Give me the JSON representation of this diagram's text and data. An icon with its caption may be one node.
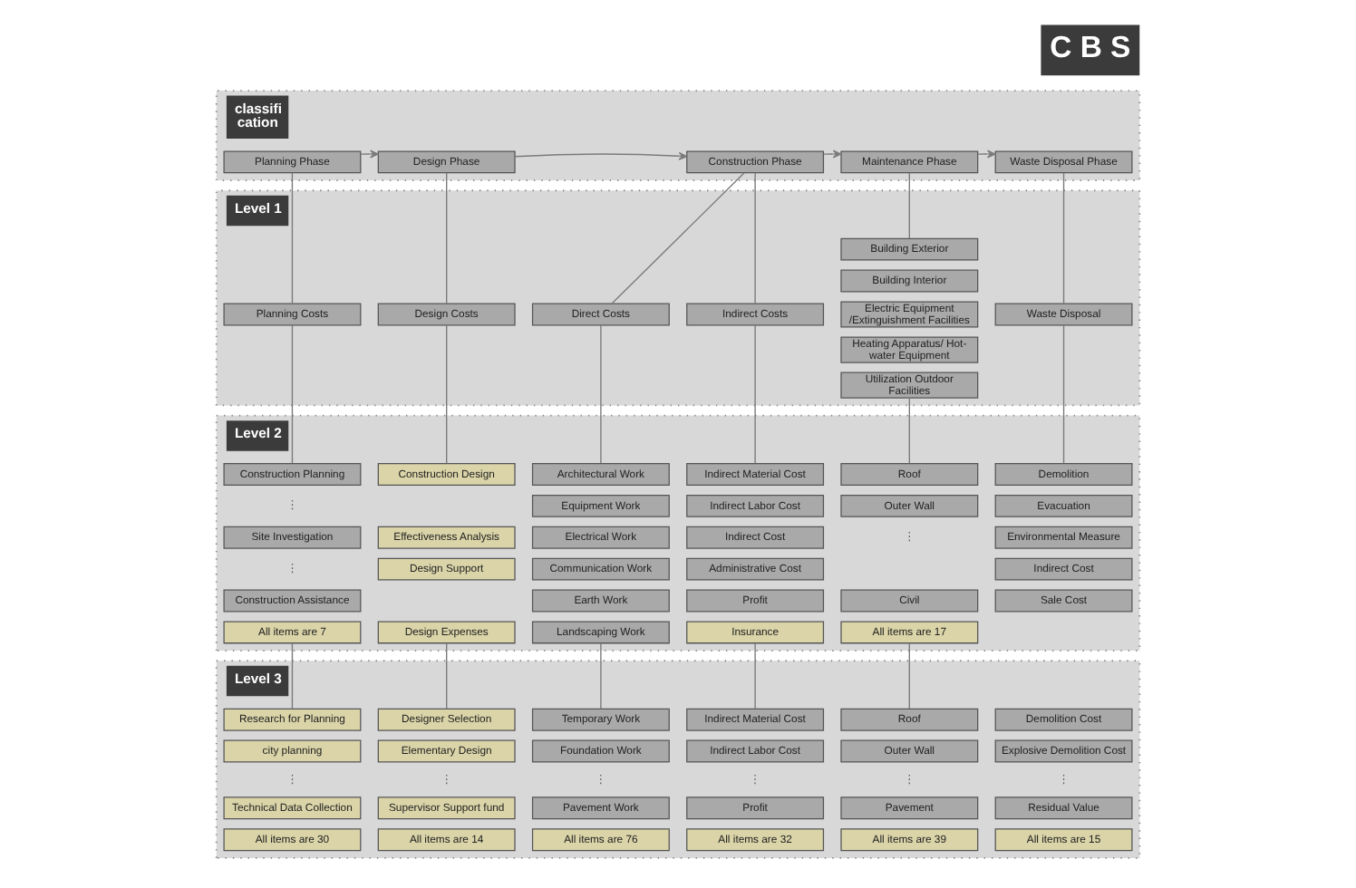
{
  "diagram": {
    "title": "C B S",
    "nodes": [
      {
        "text": [
          "classifi cation"
        ]
      },
      {
        "text": [
          "Planning Phase"
        ],
        "in": 0
      },
      {
        "text": [
          "Design Phase"
        ],
        "in": 0
      },
      {
        "text": [
          "Construction Phase"
        ],
        "in": 0
      },
      {
        "text": [
          "Maintenance Phase"
        ],
        "in": 0
      },
      {
        "text": [
          "Waste Disposal Phase"
        ],
        "in": 0
      },
      {
        "text": [
          "Level 1"
        ]
      },
      {
        "text": [
          "Planning Costs"
        ],
        "in": 6
      },
      {
        "text": [
          "Design Costs"
        ],
        "in": 6
      },
      {
        "text": [
          "Direct Costs"
        ],
        "in": 6
      },
      {
        "text": [
          "Indirect Costs"
        ],
        "in": 6
      },
      {
        "text": [
          "Building Exterior"
        ],
        "in": 6
      },
      {
        "text": [
          "Building Interior"
        ],
        "in": 6
      },
      {
        "text": [
          "Electric Equipment /Extinguishment Facilities"
        ],
        "in": 6
      },
      {
        "text": [
          "Heating Apparatus/ Hot- water Equipment"
        ],
        "in": 6
      },
      {
        "text": [
          "Utilization Outdoor Facilities"
        ],
        "in": 6
      },
      {
        "text": [
          "Waste Disposal"
        ],
        "in": 6
      },
      {
        "text": [
          "Level 2"
        ]
      },
      {
        "text": [
          "Construction Planning"
        ],
        "in": 17
      },
      {
        "text": [
          "Site Investigation"
        ],
        "in": 17
      },
      {
        "text": [
          "Construction Assistance"
        ],
        "in": 17
      },
      {
        "text": [
          "All items are 7"
        ],
        "in": 17
      },
      {
        "text": [
          "Construction Design"
        ],
        "in": 17
      },
      {
        "text": [
          "Effectiveness Analysis"
        ],
        "in": 17
      },
      {
        "text": [
          "Design Support"
        ],
        "in": 17
      },
      {
        "text": [
          "Design Expenses"
        ],
        "in": 17
      },
      {
        "text": [
          "Architectural Work"
        ],
        "in": 17
      },
      {
        "text": [
          "Equipment Work"
        ],
        "in": 17
      },
      {
        "text": [
          "Electrical Work"
        ],
        "in": 17
      },
      {
        "text": [
          "Communication Work"
        ],
        "in": 17
      },
      {
        "text": [
          "Earth Work"
        ],
        "in": 17
      },
      {
        "text": [
          "Landscaping Work"
        ],
        "in": 17
      },
      {
        "text": [
          "Indirect Material Cost"
        ],
        "in": 17
      },
      {
        "text": [
          "Indirect Labor Cost"
        ],
        "in": 17
      },
      {
        "text": [
          "Indirect Cost"
        ],
        "in": 17
      },
      {
        "text": [
          "Administrative Cost"
        ],
        "in": 17
      },
      {
        "text": [
          "Profit"
        ],
        "in": 17
      },
      {
        "text": [
          "Insurance"
        ],
        "in": 17
      },
      {
        "text": [
          "Roof"
        ],
        "in": 17
      },
      {
        "text": [
          "Outer Wall"
        ],
        "in": 17
      },
      {
        "text": [
          "Civil"
        ],
        "in": 17
      },
      {
        "text": [
          "All items are 17"
        ],
        "in": 17
      },
      {
        "text": [
          "Demolition"
        ],
        "in": 17
      },
      {
        "text": [
          "Evacuation"
        ],
        "in": 17
      },
      {
        "text": [
          "Environmental Measure"
        ],
        "in": 17
      },
      {
        "text": [
          "Indirect Cost"
        ],
        "in": 17
      },
      {
        "text": [
          "Sale Cost"
        ],
        "in": 17
      },
      {
        "text": [
          "Level 3"
        ]
      },
      {
        "text": [
          "Research for Planning"
        ],
        "in": 47
      },
      {
        "text": [
          "city planning"
        ],
        "in": 47
      },
      {
        "text": [
          "Technical Data Collection"
        ],
        "in": 47
      },
      {
        "text": [
          "All items are 30"
        ],
        "in": 47
      },
      {
        "text": [
          "Designer Selection"
        ],
        "in": 47
      },
      {
        "text": [
          "Elementary Design"
        ],
        "in": 47
      },
      {
        "text": [
          "Supervisor Support fund"
        ],
        "in": 47
      },
      {
        "text": [
          "All items are 14"
        ],
        "in": 47
      },
      {
        "text": [
          "Temporary Work"
        ],
        "in": 47
      },
      {
        "text": [
          "Foundation Work"
        ],
        "in": 47
      },
      {
        "text": [
          "Pavement Work"
        ],
        "in": 47
      },
      {
        "text": [
          "All items are 76"
        ],
        "in": 47
      },
      {
        "text": [
          "Indirect Material Cost"
        ],
        "in": 47
      },
      {
        "text": [
          "Indirect Labor Cost"
        ],
        "in": 47
      },
      {
        "text": [
          "Profit"
        ],
        "in": 47
      },
      {
        "text": [
          "All items are 32"
        ],
        "in": 47
      },
      {
        "text": [
          "Roof"
        ],
        "in": 47
      },
      {
        "text": [
          "Outer Wall"
        ],
        "in": 47
      },
      {
        "text": [
          "Pavement"
        ],
        "in": 47
      },
      {
        "text": [
          "All items are 39"
        ],
        "in": 47
      },
      {
        "text": [
          "Demolition Cost"
        ],
        "in": 47
      },
      {
        "text": [
          "Explosive Demolition Cost"
        ],
        "in": 47
      },
      {
        "text": [
          "Residual Value"
        ],
        "in": 47
      },
      {
        "text": [
          "All items are 15"
        ],
        "in": 47
      }
    ],
    "edges": [
      {
        "from": 1,
        "to": 2,
        "arrow": "to"
      },
      {
        "from": 2,
        "to": 3,
        "arrow": "to"
      },
      {
        "from": 3,
        "to": 4,
        "arrow": "to"
      },
      {
        "from": 4,
        "to": 5,
        "arrow": "to"
      },
      {
        "from": 1,
        "to": 7,
        "arrow": "none"
      },
      {
        "from": 2,
        "to": 8,
        "arrow": "none"
      },
      {
        "from": 3,
        "to": 9,
        "arrow": "none"
      },
      {
        "from": 3,
        "to": 10,
        "arrow": "none"
      },
      {
        "from": 4,
        "to": 11,
        "arrow": "none"
      },
      {
        "from": 5,
        "to": 16,
        "arrow": "none"
      },
      {
        "from": 7,
        "to": 18,
        "arrow": "none"
      },
      {
        "from": 8,
        "to": 22,
        "arrow": "none"
      },
      {
        "from": 9,
        "to": 26,
        "arrow": "none"
      },
      {
        "from": 10,
        "to": 32,
        "arrow": "none"
      },
      {
        "from": 15,
        "to": 38,
        "arrow": "none"
      },
      {
        "from": 16,
        "to": 42,
        "arrow": "none"
      },
      {
        "from": 21,
        "to": 48,
        "arrow": "none"
      },
      {
        "from": 25,
        "to": 52,
        "arrow": "none"
      },
      {
        "from": 31,
        "to": 56,
        "arrow": "none"
      },
      {
        "from": 37,
        "to": 60,
        "arrow": "none"
      },
      {
        "from": 41,
        "to": 64,
        "arrow": "none"
      }
    ],
    "labels": [
      "⋮",
      "⋮",
      "⋮",
      "⋮",
      "⋮",
      "⋮",
      "⋮",
      "⋮",
      "⋮"
    ]
  }
}
